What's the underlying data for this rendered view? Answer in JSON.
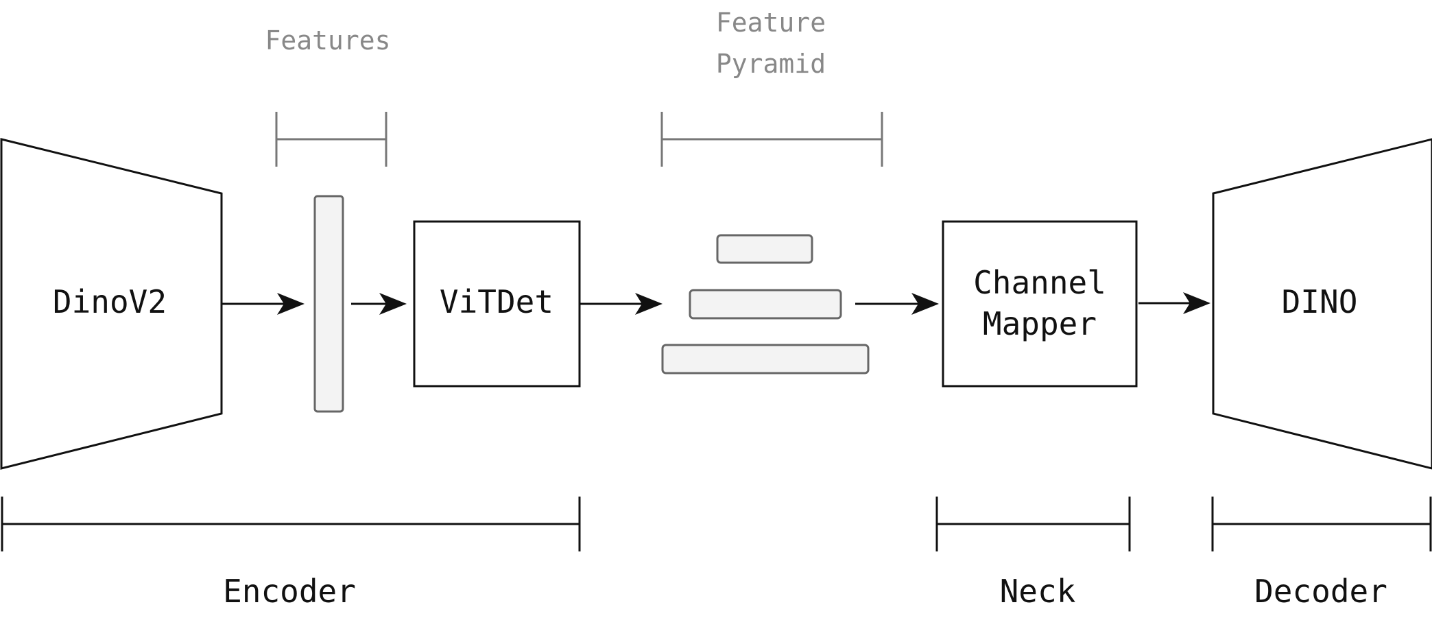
{
  "blocks": {
    "encoder_block": "DinoV2",
    "detector_block": "ViTDet",
    "mapper_line1": "Channel",
    "mapper_line2": "Mapper",
    "decoder_block": "DINO"
  },
  "annotations": {
    "features": "Features",
    "pyramid_line1": "Feature",
    "pyramid_line2": "Pyramid"
  },
  "sections": {
    "encoder": "Encoder",
    "neck": "Neck",
    "decoder": "Decoder"
  },
  "colors": {
    "stroke": "#111111",
    "gray": "#777777",
    "fill_light": "#f3f3f3"
  }
}
